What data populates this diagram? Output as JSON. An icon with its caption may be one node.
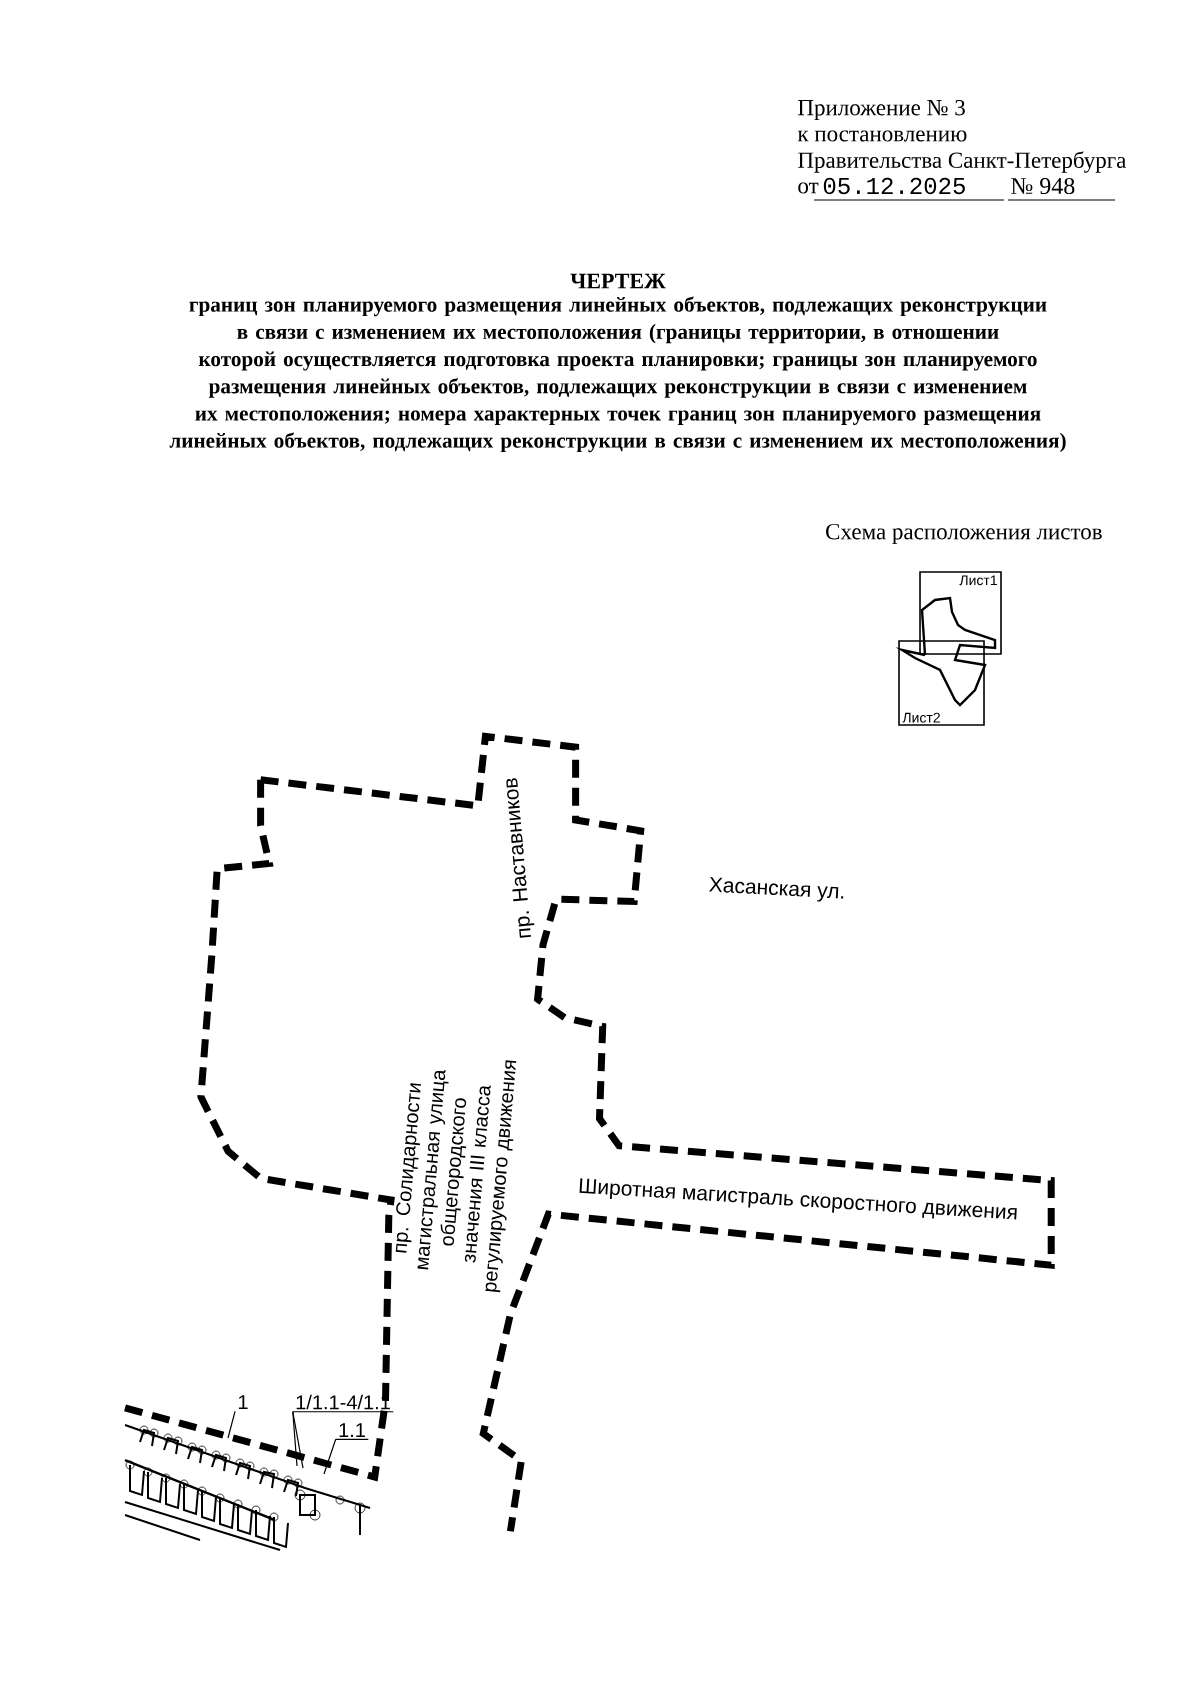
{
  "diagram": {
    "title": "ЧЕРТЕЖ",
    "nodes": [
      {
        "text": [
          "1"
        ]
      },
      {
        "text": [
          "1/1.1-4/1.1"
        ]
      },
      {
        "text": [
          "1.1"
        ]
      }
    ],
    "edges": [
      {
        "from": 0,
        "to": null,
        "arrow": "none"
      },
      {
        "from": 1,
        "to": null,
        "arrow": "none"
      },
      {
        "from": 1,
        "to": null,
        "arrow": "none"
      },
      {
        "from": 2,
        "to": null,
        "arrow": "none"
      }
    ],
    "labels": [
      "Приложение № 3",
      "к постановлению",
      "Правительства Санкт-Петербурга",
      "от",
      "05.12.2025",
      "№ 948",
      "границ зон планируемого размещения линейных объектов, подлежащих реконструкции в связи с изменением их местоположения (границы территории, в отношении которой осуществляется подготовка проекта планировки; границы зон планируемого размещения линейных объектов, подлежащих реконструкции в связи с изменением их местоположения; номера характерных точек границ зон планируемого размещения линейных объектов, подлежащих реконструкции в связи с изменением их местоположения)",
      "Схема расположения листов",
      "Лист1",
      "Лист2",
      "пр. Наставников",
      "Хасанская ул.",
      "пр. Солидарности магистральная улица общегородского значения III класса регулируемого движения",
      "Широтная магистраль скоростного движения"
    ]
  }
}
